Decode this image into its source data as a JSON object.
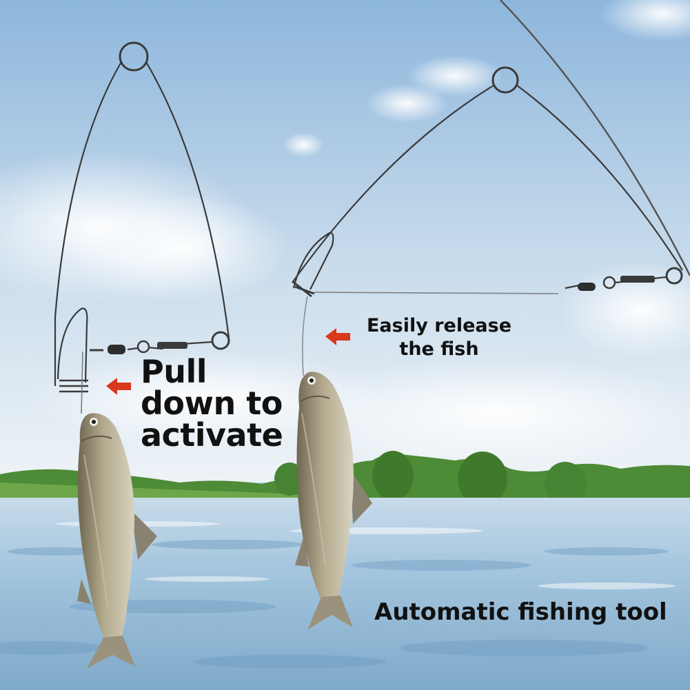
{
  "captions": {
    "pull_line1": "Pull",
    "pull_line2": "down to",
    "pull_line3": "activate",
    "release_line1": "Easily release",
    "release_line2": "the fish",
    "bottom": "Automatic fishing tool"
  },
  "colors": {
    "sky_top": "#8fb8de",
    "sky_bottom": "#e6eef5",
    "water": "#9fc3dc",
    "trees": "#4c8a35",
    "arrow": "#d9391c",
    "wire": "#3a3a3a",
    "fish_body": "#a39a7f",
    "text": "#111111"
  },
  "icons": {
    "pointer_left": "red-arrow-left-icon",
    "pointer_right": "red-arrow-left-icon"
  }
}
